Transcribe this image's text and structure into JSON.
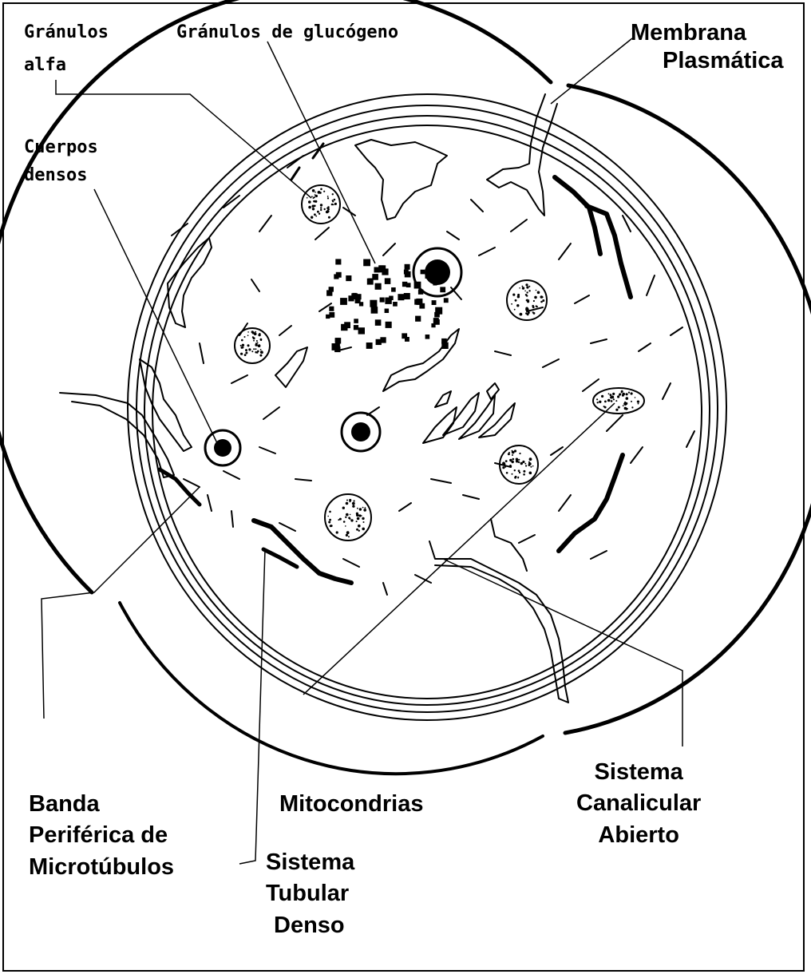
{
  "labels": {
    "granulos_alfa": [
      "Gránulos",
      "alfa"
    ],
    "granulos_glucogeno": "Gránulos de glucógeno",
    "membrana": [
      "Membrana",
      "Plasmática"
    ],
    "cuerpos_densos": [
      "Cuerpos",
      "densos"
    ],
    "banda": [
      "Banda",
      "Periférica de",
      "Microtúbulos"
    ],
    "mitocondrias": "Mitocondrias",
    "sistema_tubular": [
      "Sistema",
      "Tubular",
      "Denso"
    ],
    "sistema_canalicular": [
      "Sistema",
      "Canalicular",
      "Abierto"
    ]
  },
  "colors": {
    "ink": "#000000",
    "background": "#ffffff"
  }
}
